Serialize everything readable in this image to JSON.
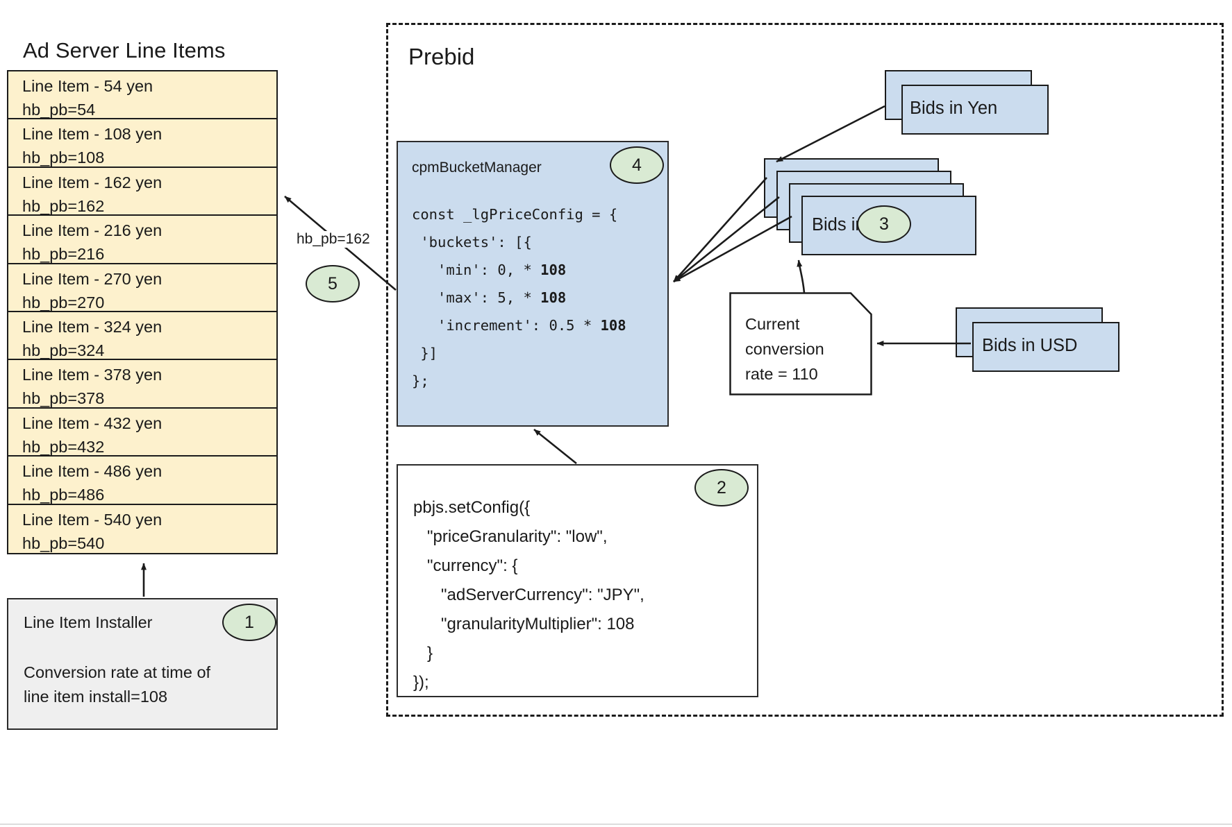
{
  "left_panel": {
    "title": "Ad Server Line Items",
    "line_items": [
      {
        "name": "Line Item - 54 yen",
        "key": "hb_pb=54"
      },
      {
        "name": "Line Item - 108 yen",
        "key": "hb_pb=108"
      },
      {
        "name": "Line Item - 162 yen",
        "key": "hb_pb=162"
      },
      {
        "name": "Line Item - 216 yen",
        "key": "hb_pb=216"
      },
      {
        "name": "Line Item - 270 yen",
        "key": "hb_pb=270"
      },
      {
        "name": "Line Item - 324 yen",
        "key": "hb_pb=324"
      },
      {
        "name": "Line Item - 378 yen",
        "key": "hb_pb=378"
      },
      {
        "name": "Line Item - 432 yen",
        "key": "hb_pb=432"
      },
      {
        "name": "Line Item - 486 yen",
        "key": "hb_pb=486"
      },
      {
        "name": "Line Item - 540 yen",
        "key": "hb_pb=540"
      }
    ],
    "installer": {
      "title": "Line Item Installer",
      "body_line1": "Conversion rate at time of",
      "body_line2": "line item install=108",
      "badge": "1"
    }
  },
  "prebid": {
    "title": "Prebid",
    "cpm_bucket_manager": {
      "title": "cpmBucketManager",
      "badge": "4",
      "code_lines": [
        {
          "text": "const _lgPriceConfig = {"
        },
        {
          "text": " 'buckets': [{"
        },
        {
          "pre": "   'min': 0, * ",
          "bold": "108"
        },
        {
          "pre": "   'max': 5, * ",
          "bold": "108"
        },
        {
          "pre": "   'increment': 0.5 * ",
          "bold": "108"
        },
        {
          "text": " }]"
        },
        {
          "text": "};"
        }
      ]
    },
    "set_config": {
      "badge": "2",
      "code_lines": [
        "pbjs.setConfig({",
        "   \"priceGranularity\": \"low\",",
        "   \"currency\": {",
        "      \"adServerCurrency\": \"JPY\",",
        "      \"granularityMultiplier\": 108",
        "   }",
        "});"
      ]
    },
    "bids_yen_top": {
      "label": "Bids in Yen"
    },
    "bids_yen_stack": {
      "label": "Bids in Yen",
      "badge": "3"
    },
    "bids_usd": {
      "label": "Bids in USD"
    },
    "conversion_note": {
      "line1": "Current",
      "line2": "conversion",
      "line3": "rate = 110"
    }
  },
  "edges": {
    "hb_pb_label": "hb_pb=162",
    "badge_5": "5"
  },
  "colors": {
    "line_item_fill": "#fdf1cd",
    "card_fill": "#cbdcee",
    "badge_fill": "#d9ead3",
    "installer_fill": "#efefef",
    "stroke": "#1b1b1b"
  }
}
